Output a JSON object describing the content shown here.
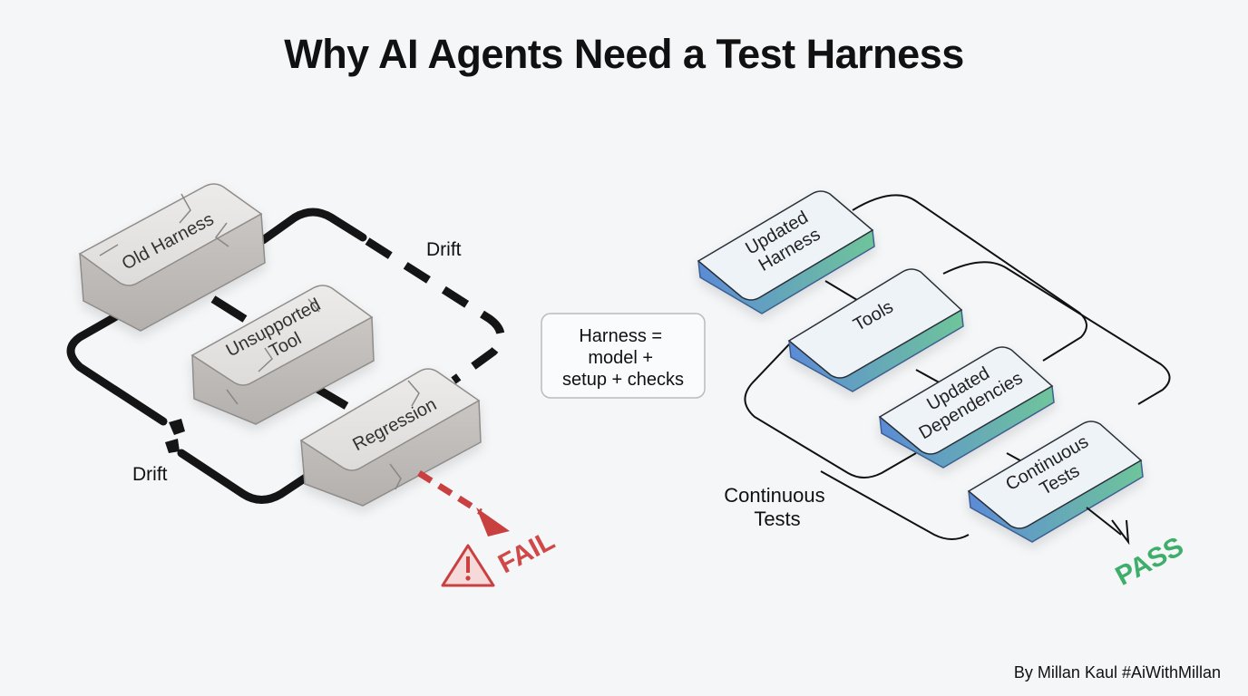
{
  "title": "Why AI Agents Need a Test Harness",
  "left": {
    "blocks": {
      "old_harness": "Old Harness",
      "unsupported_tool": [
        "Unsupported",
        "Tool"
      ],
      "regression": "Regression"
    },
    "drift_top": "Drift",
    "drift_left": "Drift",
    "fail": "FAIL"
  },
  "center": {
    "definition": [
      "Harness =",
      "model +",
      "setup + checks"
    ]
  },
  "right": {
    "blocks": {
      "updated_harness": [
        "Updated",
        "Harness"
      ],
      "tools": "Tools",
      "updated_dependencies": [
        "Updated",
        "Dependencies"
      ],
      "continuous_tests": [
        "Continuous",
        "Tests"
      ]
    },
    "continuous_tests_label": [
      "Continuous",
      "Tests"
    ],
    "pass": "PASS"
  },
  "credit": "By Millan Kaul #AiWithMillan",
  "colors": {
    "fail_red": "#d04848",
    "pass_green": "#3fae6a",
    "block_top_old": "#e6e4e2",
    "block_top_new": "#eef3f8",
    "side_blue": "#5b8bd6",
    "side_green": "#6fc59a"
  }
}
